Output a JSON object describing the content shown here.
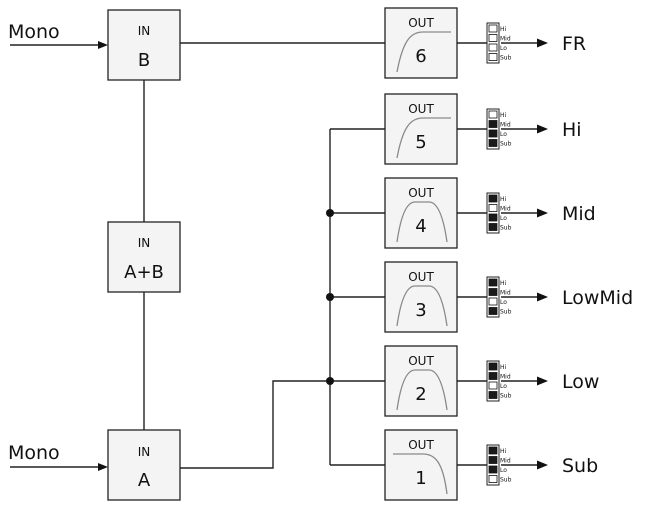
{
  "inputs": [
    {
      "id": "B",
      "caption": "IN",
      "name": "B",
      "source_label": "Mono"
    },
    {
      "id": "AB",
      "caption": "IN",
      "name": "A+B"
    },
    {
      "id": "A",
      "caption": "IN",
      "name": "A",
      "source_label": "Mono"
    }
  ],
  "outputs": [
    {
      "caption": "OUT",
      "number": "6",
      "filter": "highpass",
      "destination": "FR",
      "switch": [
        {
          "label": "Hi",
          "on": false
        },
        {
          "label": "Mid",
          "on": false
        },
        {
          "label": "Lo",
          "on": false
        },
        {
          "label": "Sub",
          "on": false
        }
      ]
    },
    {
      "caption": "OUT",
      "number": "5",
      "filter": "highpass",
      "destination": "Hi",
      "switch": [
        {
          "label": "Hi",
          "on": false
        },
        {
          "label": "Mid",
          "on": true
        },
        {
          "label": "Lo",
          "on": true
        },
        {
          "label": "Sub",
          "on": true
        }
      ]
    },
    {
      "caption": "OUT",
      "number": "4",
      "filter": "bandpass",
      "destination": "Mid",
      "switch": [
        {
          "label": "Hi",
          "on": true
        },
        {
          "label": "Mid",
          "on": false
        },
        {
          "label": "Lo",
          "on": true
        },
        {
          "label": "Sub",
          "on": true
        }
      ]
    },
    {
      "caption": "OUT",
      "number": "3",
      "filter": "bandpass",
      "destination": "LowMid",
      "switch": [
        {
          "label": "Hi",
          "on": true
        },
        {
          "label": "Mid",
          "on": true
        },
        {
          "label": "Lo",
          "on": false
        },
        {
          "label": "Sub",
          "on": true
        }
      ]
    },
    {
      "caption": "OUT",
      "number": "2",
      "filter": "bandpass",
      "destination": "Low",
      "switch": [
        {
          "label": "Hi",
          "on": true
        },
        {
          "label": "Mid",
          "on": true
        },
        {
          "label": "Lo",
          "on": false
        },
        {
          "label": "Sub",
          "on": true
        }
      ]
    },
    {
      "caption": "OUT",
      "number": "1",
      "filter": "lowpass",
      "destination": "Sub",
      "switch": [
        {
          "label": "Hi",
          "on": true
        },
        {
          "label": "Mid",
          "on": true
        },
        {
          "label": "Lo",
          "on": true
        },
        {
          "label": "Sub",
          "on": false
        }
      ]
    }
  ],
  "connections": [
    {
      "from": "B",
      "to": "6"
    },
    {
      "from": "A",
      "to": "5"
    },
    {
      "from": "A",
      "to": "4"
    },
    {
      "from": "A",
      "to": "3"
    },
    {
      "from": "A",
      "to": "2"
    },
    {
      "from": "A",
      "to": "1"
    },
    {
      "from": "B",
      "to": "AB"
    },
    {
      "from": "A",
      "to": "AB"
    }
  ],
  "colors": {
    "line": "#222222",
    "box_fill": "#f4f4f4",
    "curve": "#8a8a8a",
    "switch_on": "#1a1a1a"
  }
}
